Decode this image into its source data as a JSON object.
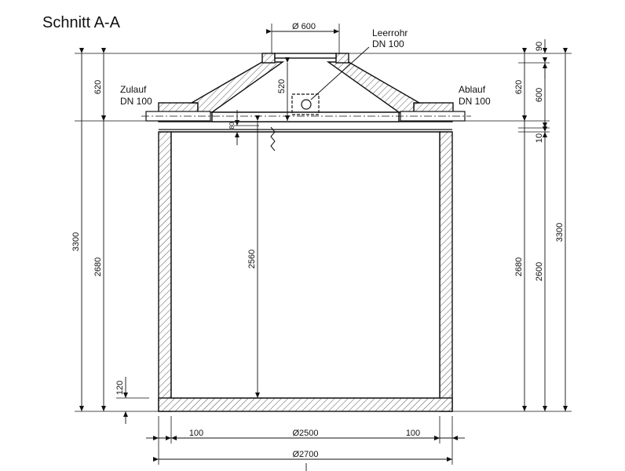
{
  "title": "Schnitt A-A",
  "labels": {
    "zulauf": "Zulauf",
    "zulauf_dn": "DN 100",
    "ablauf": "Ablauf",
    "ablauf_dn": "DN 100",
    "leerrohr": "Leerrohr",
    "leerrohr_dn": "DN 100"
  },
  "dimensions": {
    "opening_dia": "Ø 600",
    "left_total": "3300",
    "left_cone": "620",
    "left_body": "2680",
    "left_bottom": "120",
    "cone_height": "520",
    "lid_gap": "80",
    "inner_height": "2560",
    "right_top": "90",
    "right_cone": "620",
    "right_neck": "600",
    "right_gap": "10",
    "right_body": "2680",
    "right_inner": "2600",
    "right_total": "3300",
    "bottom_wall_left": "100",
    "bottom_inner_dia": "Ø2500",
    "bottom_wall_right": "100",
    "bottom_outer_dia": "Ø2700"
  }
}
